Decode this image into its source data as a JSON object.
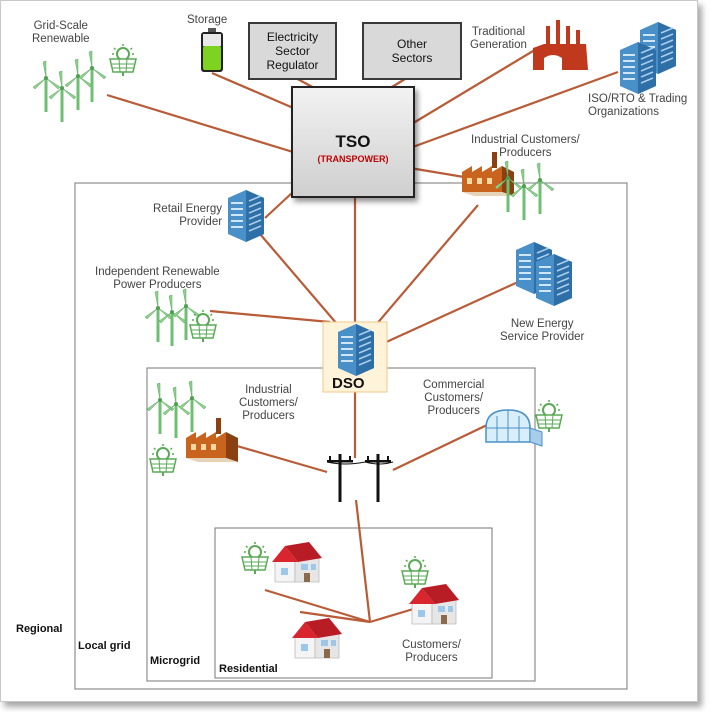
{
  "tso": {
    "title": "TSO",
    "subtitle": "(TRANSPOWER)"
  },
  "dso": {
    "title": "DSO"
  },
  "top_boxes": {
    "regulator": [
      "Electricity",
      "Sector",
      "Regulator"
    ],
    "other": [
      "Other",
      "Sectors"
    ]
  },
  "labels": {
    "grid_renewable": [
      "Grid-Scale",
      "Renewable"
    ],
    "storage": [
      "Storage"
    ],
    "traditional": [
      "Traditional",
      "Generation"
    ],
    "iso": [
      "ISO/RTO & Trading",
      "Organizations"
    ],
    "industrial_top": [
      "Industrial Customers/",
      "Producers"
    ],
    "retail": [
      "Retail Energy",
      "Provider"
    ],
    "ind_renewable": [
      "Independent Renewable",
      "Power Producers"
    ],
    "new_energy": [
      "New Energy",
      "Service Provider"
    ],
    "industrial_local": [
      "Industrial",
      "Customers/",
      "Producers"
    ],
    "commercial": [
      "Commercial",
      "Customers/",
      "Producers"
    ],
    "residential_customers": [
      "Customers/",
      "Producers"
    ]
  },
  "zones": {
    "regional": "Regional",
    "local_grid": "Local grid",
    "microgrid": "Microgrid",
    "residential": "Residential"
  },
  "colors": {
    "line": "#b85c38",
    "wind": "#6fbf73",
    "solar": "#5aaa55",
    "building": "#4a90c8",
    "factory": "#c8641e",
    "house_roof": "#d9262e",
    "tso_sub": "#c00000"
  },
  "icons": [
    "wind-turbine-icon",
    "solar-panel-icon",
    "battery-icon",
    "power-plant-icon",
    "office-building-icon",
    "factory-icon",
    "house-icon",
    "utility-pole-icon",
    "greenhouse-icon"
  ]
}
